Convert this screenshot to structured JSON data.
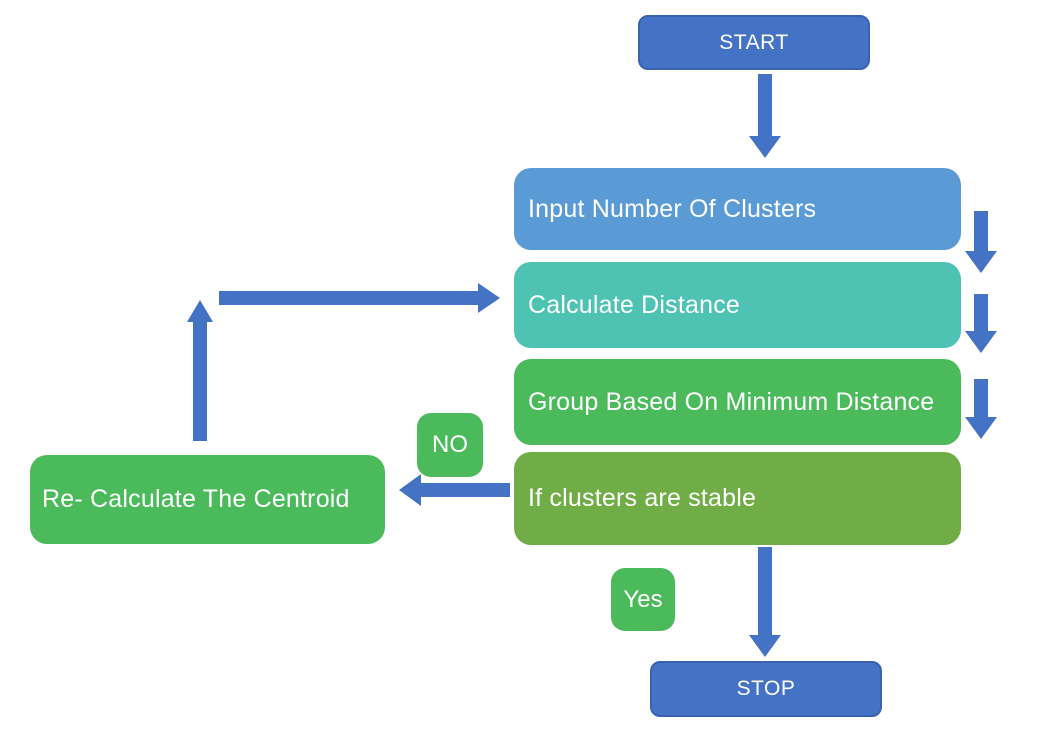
{
  "colors": {
    "canvas_bg": "#FFFFFF",
    "start_stop_blue": "#4472C4",
    "start_stop_border": "#3A62AE",
    "input_blue": "#5B9BD5",
    "teal": "#4EC3B4",
    "green": "#4BBA5B",
    "olive_green": "#70AD47",
    "arrow_blue": "#4472C4",
    "label_text": "#FFFFFF"
  },
  "flowchart": {
    "nodes": {
      "start": {
        "label": "START"
      },
      "input_clusters": {
        "label": "Input Number Of Clusters"
      },
      "calculate_distance": {
        "label": "Calculate Distance"
      },
      "group_min_distance": {
        "label": "Group Based On Minimum Distance"
      },
      "clusters_stable": {
        "label": "If clusters are stable"
      },
      "recalculate_centroid": {
        "label": "Re- Calculate The Centroid"
      },
      "stop": {
        "label": "STOP"
      }
    },
    "branch_labels": {
      "no": {
        "label": "NO"
      },
      "yes": {
        "label": "Yes"
      }
    }
  }
}
